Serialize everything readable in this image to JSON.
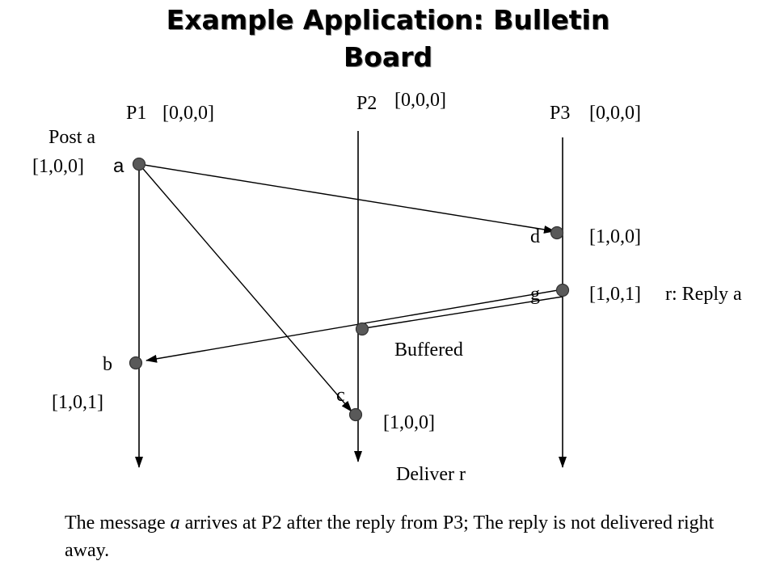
{
  "title": {
    "line1": "Example Application: Bulletin",
    "line2": "Board"
  },
  "processes": [
    {
      "name": "P1",
      "initial_clock": "[0,0,0]"
    },
    {
      "name": "P2",
      "initial_clock": "[0,0,0]"
    },
    {
      "name": "P3",
      "initial_clock": "[0,0,0]"
    }
  ],
  "events": {
    "a": {
      "label": "a",
      "note": "Post a",
      "clock": "[1,0,0]"
    },
    "b": {
      "label": "b",
      "clock": "[1,0,1]"
    },
    "c": {
      "label": "c",
      "clock": "[1,0,0]"
    },
    "d": {
      "label": "d",
      "clock": "[1,0,0]"
    },
    "g": {
      "label": "g",
      "clock": "[1,0,1]",
      "note": "r: Reply a"
    },
    "buffer": {
      "note": "Buffered"
    },
    "deliver": {
      "note": "Deliver r"
    }
  },
  "caption": {
    "part1": "The message ",
    "italic": "a",
    "part2": " arrives at P2 after the reply from P3; The reply is not delivered right away."
  },
  "colors": {
    "line": "#000000",
    "event_dot": "#595959"
  }
}
